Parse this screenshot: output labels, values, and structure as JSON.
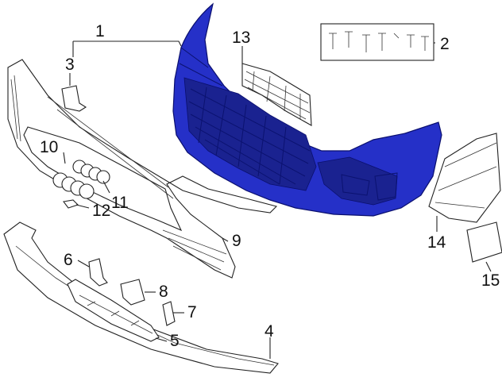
{
  "diagram": {
    "callouts": [
      {
        "id": "c1",
        "text": "1"
      },
      {
        "id": "c2",
        "text": "2"
      },
      {
        "id": "c3",
        "text": "3"
      },
      {
        "id": "c4",
        "text": "4"
      },
      {
        "id": "c5",
        "text": "5"
      },
      {
        "id": "c6",
        "text": "6"
      },
      {
        "id": "c7",
        "text": "7"
      },
      {
        "id": "c8",
        "text": "8"
      },
      {
        "id": "c9",
        "text": "9"
      },
      {
        "id": "c10",
        "text": "10"
      },
      {
        "id": "c11",
        "text": "11"
      },
      {
        "id": "c12",
        "text": "12"
      },
      {
        "id": "c13",
        "text": "13"
      },
      {
        "id": "c14",
        "text": "14"
      },
      {
        "id": "c15",
        "text": "15"
      }
    ],
    "highlight_color": "#2530c8"
  }
}
